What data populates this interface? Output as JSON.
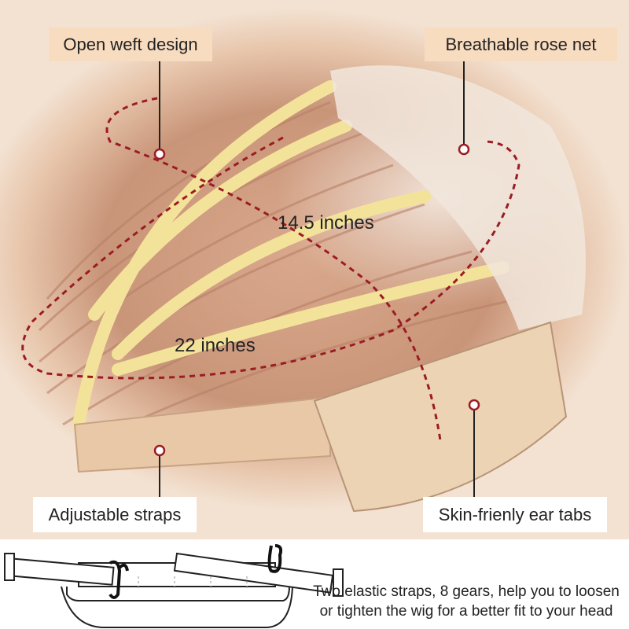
{
  "labels": {
    "open_weft": "Open weft design",
    "rose_net": "Breathable rose net",
    "straps": "Adjustable straps",
    "ear_tabs": "Skin-frienly ear tabs"
  },
  "measurements": {
    "front_to_back": "14.5 inches",
    "circumference": "22 inches"
  },
  "caption": {
    "line1": "Two elastic straps, 8 gears, help you to loosen",
    "line2": "or tighten the wig for a better fit to your head"
  },
  "colors": {
    "accent_red": "#9b1c24",
    "label_peach": "#f8dcc0",
    "hair": "#d9a88c",
    "weft_tape": "#f3e39a"
  }
}
